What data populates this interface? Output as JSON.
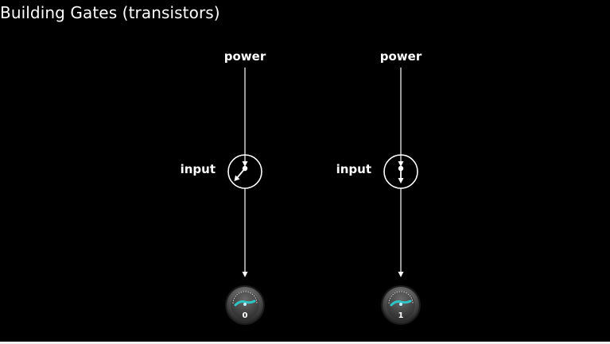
{
  "slide": {
    "title": "Building Gates (transistors)"
  },
  "transistors": [
    {
      "power_label": "power",
      "input_label": "input",
      "switch_state": "open",
      "meter_value": "0"
    },
    {
      "power_label": "power",
      "input_label": "input",
      "switch_state": "closed",
      "meter_value": "1"
    }
  ],
  "colors": {
    "background": "#000000",
    "foreground": "#ffffff",
    "meter_needle": "#2ec4c4"
  }
}
